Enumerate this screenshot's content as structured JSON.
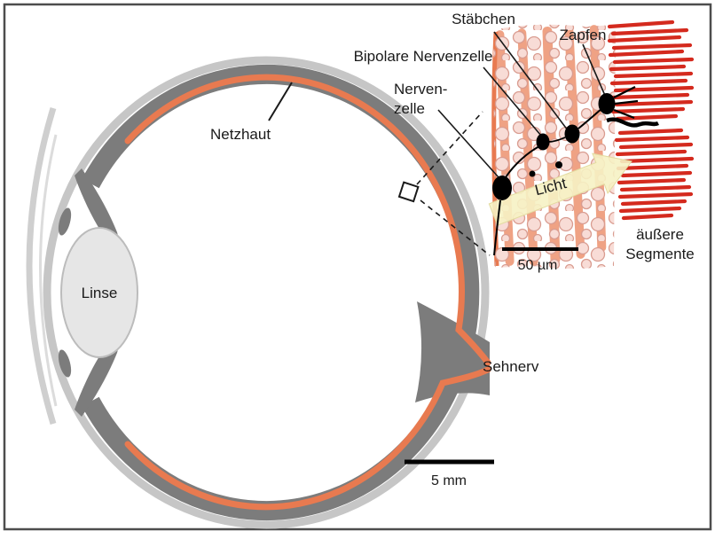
{
  "figure": {
    "eye": {
      "labels": {
        "retina": "Netzhaut",
        "lens": "Linse",
        "optic_nerve": "Sehnerv",
        "scale_bar": "5 mm"
      }
    },
    "inset": {
      "labels": {
        "rods": "Stäbchen",
        "cones": "Zapfen",
        "bipolar_cell": "Bipolare Nervenzelle",
        "nerve_cell_line1": "Nerven-",
        "nerve_cell_line2": "zelle",
        "light": "Licht",
        "outer_segments_line1": "äußere",
        "outer_segments_line2": "Segmente",
        "scale_bar": "50 µm"
      }
    },
    "colors": {
      "retina_orange": "#E87A50",
      "sclera_dark_gray": "#7C7C7C",
      "sclera_light_gray": "#C6C6C6",
      "lens_fill": "#E6E6E6",
      "cell_body_pink": "#F8DCD6",
      "cell_outline_pink": "#D99C90",
      "stripe_orange": "#EFA284",
      "outer_segment_red": "#D42A1E",
      "light_arrow_yellow": "#F6F2C4",
      "text_black": "#1A1A1A",
      "border_gray": "#4D4D4D"
    }
  }
}
